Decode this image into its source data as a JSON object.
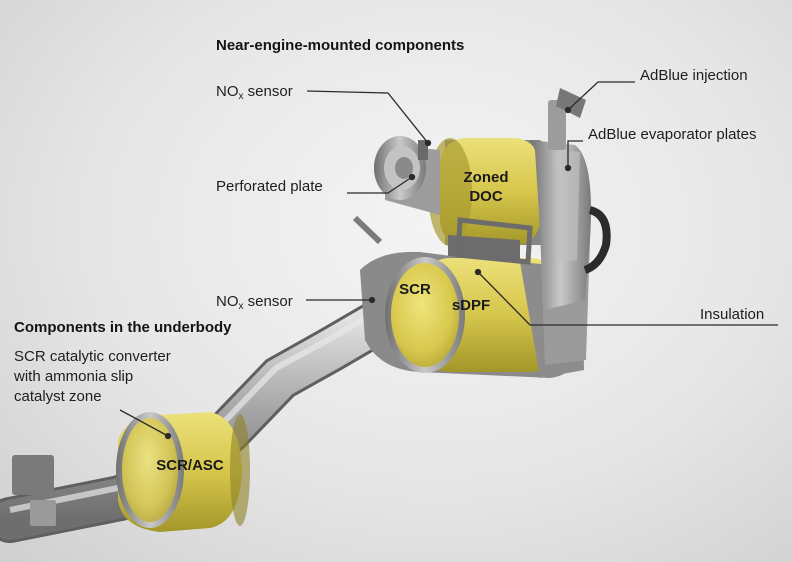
{
  "headings": {
    "near_engine": "Near-engine-mounted components",
    "underbody": "Components in the underbody"
  },
  "labels": {
    "nox_sensor_top_main": "NO",
    "nox_sensor_top_sub": "x",
    "nox_sensor_top_rest": " sensor",
    "perforated_plate": "Perforated plate",
    "nox_sensor_mid_main": "NO",
    "nox_sensor_mid_sub": "x",
    "nox_sensor_mid_rest": " sensor",
    "adblue_injection": "AdBlue injection",
    "adblue_evaporator": "AdBlue evaporator plates",
    "insulation": "Insulation",
    "underbody_desc": [
      "SCR catalytic converter",
      "with ammonia slip",
      "catalyst zone"
    ]
  },
  "components": {
    "doc_line1": "Zoned",
    "doc_line2": "DOC",
    "scr": "SCR",
    "sdpf": "sDPF",
    "scr_asc": "SCR/ASC"
  },
  "colors": {
    "yellow": "#d8c84e",
    "metal": "#a9a9a9",
    "leader": "#2a2a2a"
  }
}
